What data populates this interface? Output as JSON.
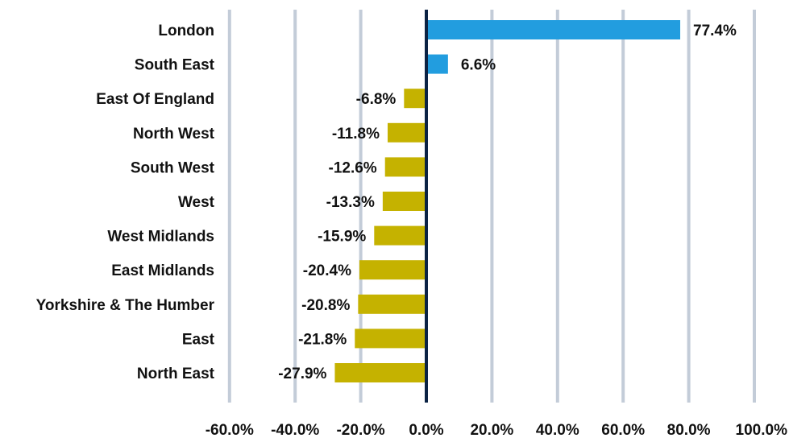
{
  "chart_data": {
    "type": "bar",
    "orientation": "horizontal",
    "categories": [
      "London",
      "South East",
      "East Of England",
      "North West",
      "South West",
      "West",
      "West Midlands",
      "East Midlands",
      "Yorkshire & The Humber",
      "East",
      "North East"
    ],
    "values": [
      77.4,
      6.6,
      -6.8,
      -11.8,
      -12.6,
      -13.3,
      -15.9,
      -20.4,
      -20.8,
      -21.8,
      -27.9
    ],
    "data_labels": [
      "77.4%",
      "6.6%",
      "-6.8%",
      "-11.8%",
      "-12.6%",
      "-13.3%",
      "-15.9%",
      "-20.4%",
      "-20.8%",
      "-21.8%",
      "-27.9%"
    ],
    "x_ticks": [
      -60,
      -40,
      -20,
      0,
      20,
      40,
      60,
      80,
      100
    ],
    "x_tick_labels": [
      "-60.0%",
      "-40.0%",
      "-20.0%",
      "0.0%",
      "20.0%",
      "40.0%",
      "60.0%",
      "80.0%",
      "100.0%"
    ],
    "xlim": [
      -60,
      100
    ],
    "grid": "vertical",
    "colors": {
      "positive": "#229ddf",
      "negative": "#c5b200",
      "grid": "#c3ccd8",
      "zero_line": "#0b2344",
      "text": "#111111"
    }
  }
}
